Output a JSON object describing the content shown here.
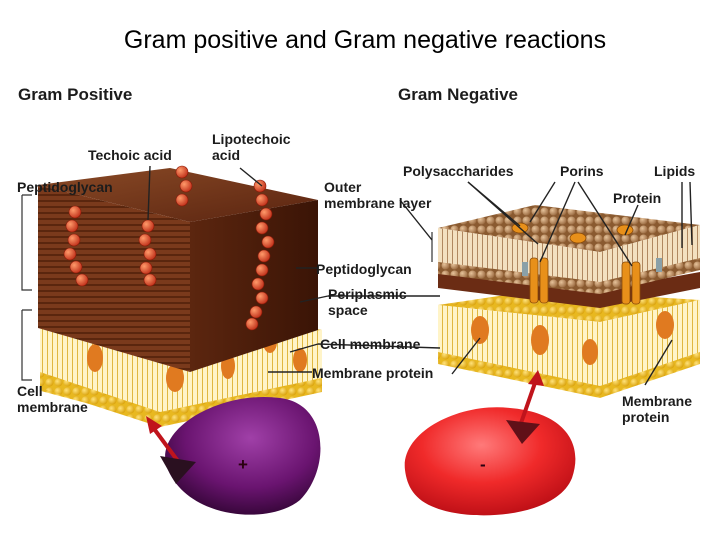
{
  "title": "Gram positive and Gram negative reactions",
  "gram_positive": {
    "heading": "Gram Positive",
    "labels": {
      "techoic_acid": "Techoic acid",
      "lipotechoic_line1": "Lipotechoic",
      "lipotechoic_line2": "acid",
      "peptidoglycan": "Peptidoglycan",
      "cell_membrane_line1": "Cell",
      "cell_membrane_line2": "membrane"
    },
    "cell_sign": "+",
    "cell_color": "#7a1f7a"
  },
  "gram_negative": {
    "heading": "Gram Negative",
    "labels": {
      "polysaccharides": "Polysaccharides",
      "porins": "Porins",
      "lipids": "Lipids",
      "protein": "Protein",
      "outer_membrane_line1": "Outer",
      "outer_membrane_line2": "membrane layer",
      "membrane_protein_line1": "Membrane",
      "membrane_protein_line2": "protein"
    },
    "cell_sign": "-",
    "cell_color": "#e8202a"
  },
  "shared_labels": {
    "peptidoglycan": "Peptidoglycan",
    "periplasmic_line1": "Periplasmic",
    "periplasmic_line2": "space",
    "cell_membrane": "Cell membrane",
    "membrane_protein": "Membrane protein"
  },
  "colors": {
    "peptidoglycan_wall": "#6b2c14",
    "membrane_yellow": "#f3c62a",
    "teichoic_orange": "#e0502a",
    "outer_membrane_tan": "#b9875a",
    "porin_orange": "#e8901a",
    "arrow_red": "#c0141c"
  }
}
